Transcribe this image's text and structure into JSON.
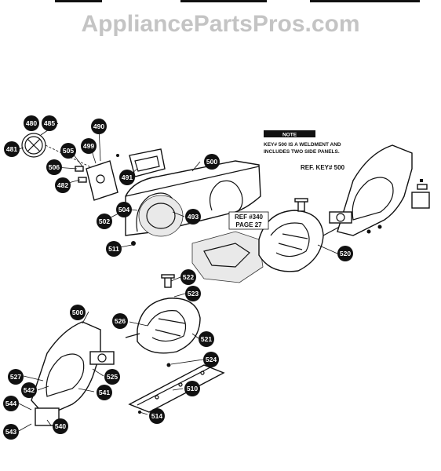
{
  "watermark": "AppliancePartsPros.com",
  "note": {
    "heading": "NOTE",
    "line1": "KEY# 500 IS A WELDMENT AND",
    "line2": "INCLUDES TWO SIDE PANELS."
  },
  "ref_key": "REF. KEY# 500",
  "ref_page": {
    "line1": "REF #340",
    "line2": "PAGE 27"
  },
  "callouts": [
    {
      "id": "480",
      "label": "480"
    },
    {
      "id": "485",
      "label": "485"
    },
    {
      "id": "481",
      "label": "481"
    },
    {
      "id": "490",
      "label": "490"
    },
    {
      "id": "499",
      "label": "499"
    },
    {
      "id": "505",
      "label": "505"
    },
    {
      "id": "506",
      "label": "506"
    },
    {
      "id": "482",
      "label": "482"
    },
    {
      "id": "491",
      "label": "491"
    },
    {
      "id": "500a",
      "label": "500"
    },
    {
      "id": "504",
      "label": "504"
    },
    {
      "id": "502",
      "label": "502"
    },
    {
      "id": "493",
      "label": "493"
    },
    {
      "id": "511",
      "label": "511"
    },
    {
      "id": "520",
      "label": "520"
    },
    {
      "id": "522",
      "label": "522"
    },
    {
      "id": "523",
      "label": "523"
    },
    {
      "id": "526",
      "label": "526"
    },
    {
      "id": "521",
      "label": "521"
    },
    {
      "id": "524",
      "label": "524"
    },
    {
      "id": "500b",
      "label": "500"
    },
    {
      "id": "525",
      "label": "525"
    },
    {
      "id": "527",
      "label": "527"
    },
    {
      "id": "542",
      "label": "542"
    },
    {
      "id": "541",
      "label": "541"
    },
    {
      "id": "510",
      "label": "510"
    },
    {
      "id": "544",
      "label": "544"
    },
    {
      "id": "540",
      "label": "540"
    },
    {
      "id": "543",
      "label": "543"
    },
    {
      "id": "514",
      "label": "514"
    }
  ]
}
